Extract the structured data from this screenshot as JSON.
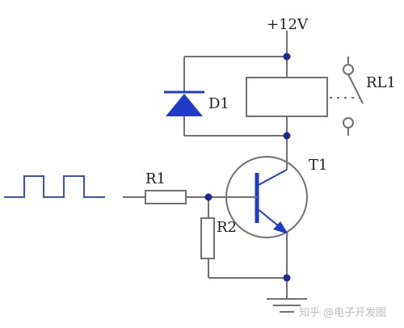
{
  "labels": {
    "supply": "+12V",
    "diode": "D1",
    "relay": "RL1",
    "transistor": "T1",
    "resistor1": "R1",
    "resistor2": "R2"
  },
  "watermark": "知乎 @电子开发圈",
  "colors": {
    "wire": "#707070",
    "node": "#1b2a8f",
    "diode": "#1f3cc9",
    "transistor": "#1f3cc9",
    "signal": "#3a4ecf",
    "text": "#1f1f1f",
    "watermark": "#bdbdbd"
  }
}
